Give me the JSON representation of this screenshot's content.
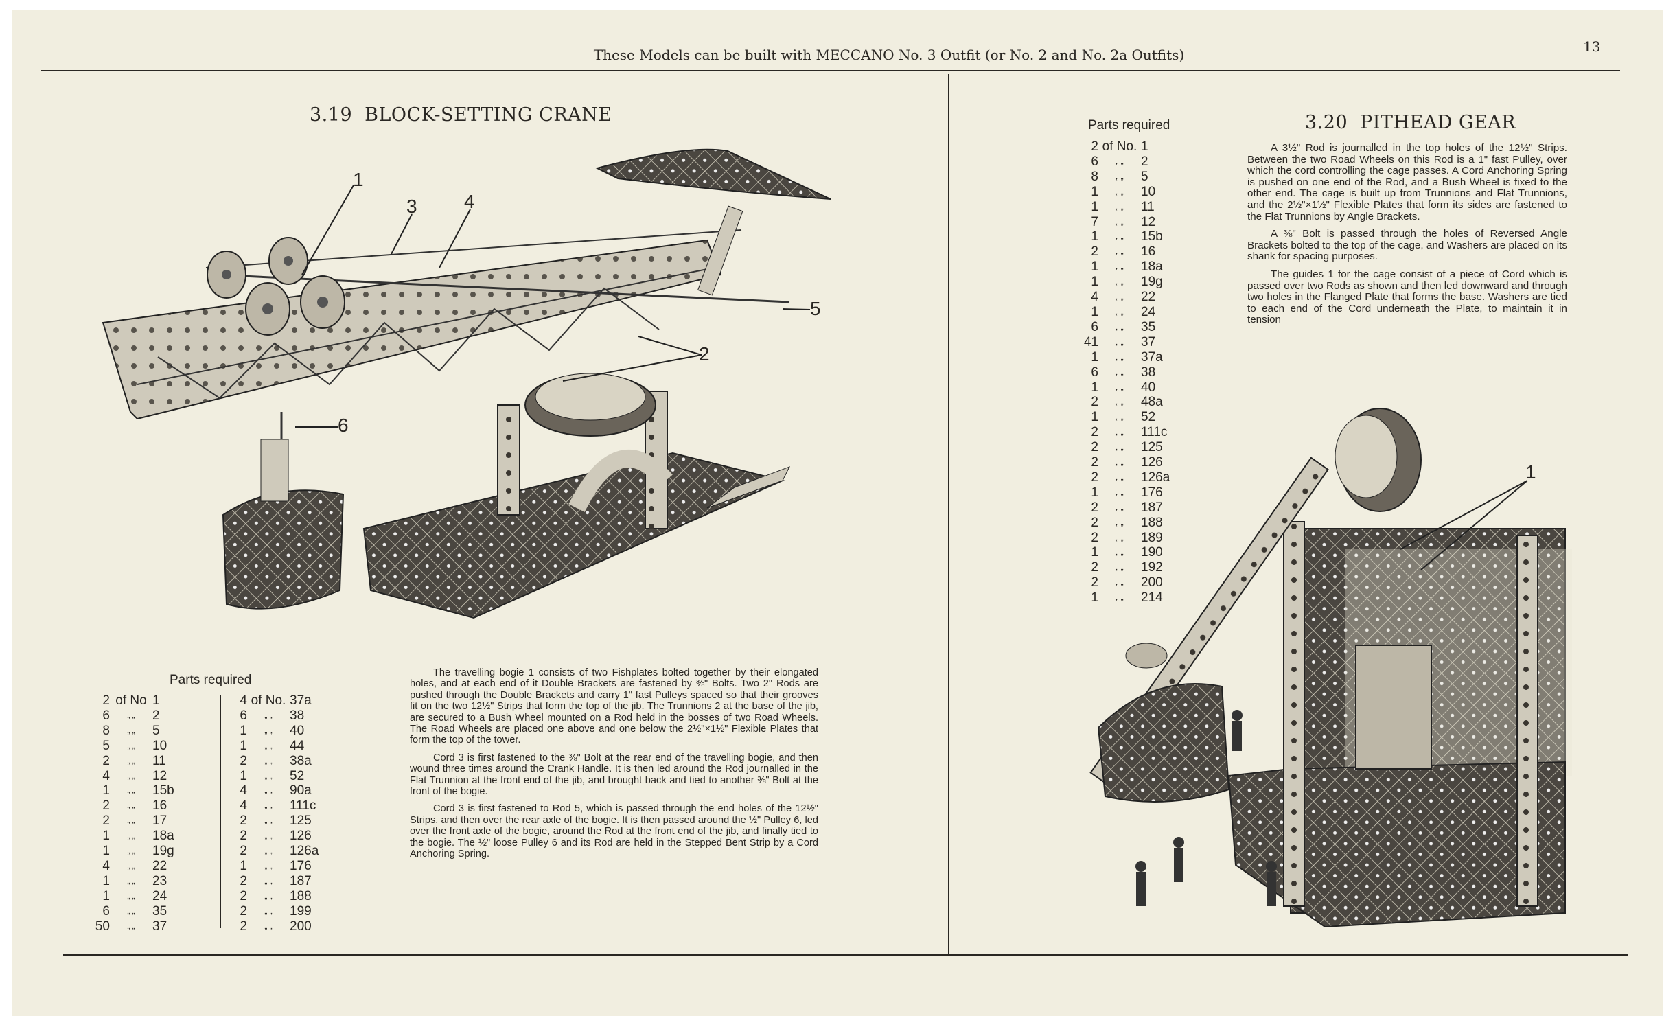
{
  "header": {
    "running_title": "These Models can be built with MECCANO No. 3 Outfit (or No. 2 and No. 2a Outfits)",
    "page_number": "13"
  },
  "model_319": {
    "number": "3.19",
    "title": "BLOCK-SETTING CRANE",
    "callouts": [
      "1",
      "2",
      "3",
      "4",
      "5",
      "6"
    ],
    "parts_heading": "Parts required",
    "parts_col1": [
      [
        "2",
        "of No",
        "1"
      ],
      [
        "6",
        "„ „",
        "2"
      ],
      [
        "8",
        "„ „",
        "5"
      ],
      [
        "5",
        "„ „",
        "10"
      ],
      [
        "2",
        "„ „",
        "11"
      ],
      [
        "4",
        "„ „",
        "12"
      ],
      [
        "1",
        "„ „",
        "15b"
      ],
      [
        "2",
        "„ „",
        "16"
      ],
      [
        "2",
        "„ „",
        "17"
      ],
      [
        "1",
        "„ „",
        "18a"
      ],
      [
        "1",
        "„ „",
        "19g"
      ],
      [
        "4",
        "„ „",
        "22"
      ],
      [
        "1",
        "„ „",
        "23"
      ],
      [
        "1",
        "„ „",
        "24"
      ],
      [
        "6",
        "„ „",
        "35"
      ],
      [
        "50",
        "„ „",
        "37"
      ]
    ],
    "parts_col2": [
      [
        "4",
        "of No.",
        "37a"
      ],
      [
        "6",
        "„ „",
        "38"
      ],
      [
        "1",
        "„ „",
        "40"
      ],
      [
        "1",
        "„ „",
        "44"
      ],
      [
        "2",
        "„ „",
        "38a"
      ],
      [
        "1",
        "„ „",
        "52"
      ],
      [
        "4",
        "„ „",
        "90a"
      ],
      [
        "4",
        "„ „",
        "111c"
      ],
      [
        "2",
        "„ „",
        "125"
      ],
      [
        "2",
        "„ „",
        "126"
      ],
      [
        "2",
        "„ „",
        "126a"
      ],
      [
        "1",
        "„ „",
        "176"
      ],
      [
        "2",
        "„ „",
        "187"
      ],
      [
        "2",
        "„ „",
        "188"
      ],
      [
        "2",
        "„ „",
        "199"
      ],
      [
        "2",
        "„ „",
        "200"
      ]
    ],
    "paragraphs": [
      "The travelling bogie 1 consists of two Fishplates bolted together by their elongated holes, and at each end of it Double Brackets are fastened by ⅜\" Bolts. Two 2\" Rods are pushed through the Double Brackets and carry 1\" fast Pulleys spaced so that their grooves fit on the two 12½\" Strips that form the top of the jib. The Trunnions 2 at the base of the jib, are secured to a Bush Wheel mounted on a Rod held in the bosses of two Road Wheels. The Road Wheels are placed one above and one below the 2½\"×1½\" Flexible Plates that form the top of the tower.",
      "Cord 3 is first fastened to the ⅜\" Bolt at the rear end of the travelling bogie, and then wound three times around the Crank Handle. It is then led around the Rod journalled in the Flat Trunnion at the front end of the jib, and brought back and tied to another ⅜\" Bolt at the front of the bogie.",
      "Cord 3 is first fastened to Rod 5, which is passed through the end holes of the 12½\" Strips, and then over the rear axle of the bogie. It is then passed around the ½\" Pulley 6, led over the front axle of the bogie, around the Rod at the front end of the jib, and finally tied to the bogie. The ½\" loose Pulley 6 and its Rod are held in the Stepped Bent Strip by a Cord Anchoring Spring."
    ]
  },
  "model_320": {
    "number": "3.20",
    "title": "PITHEAD GEAR",
    "callouts": [
      "1"
    ],
    "parts_heading": "Parts required",
    "parts": [
      [
        "2",
        "of No.",
        "1"
      ],
      [
        "6",
        "„ „",
        "2"
      ],
      [
        "8",
        "„ „",
        "5"
      ],
      [
        "1",
        "„ „",
        "10"
      ],
      [
        "1",
        "„ „",
        "11"
      ],
      [
        "7",
        "„ „",
        "12"
      ],
      [
        "1",
        "„ „",
        "15b"
      ],
      [
        "2",
        "„ „",
        "16"
      ],
      [
        "1",
        "„ „",
        "18a"
      ],
      [
        "1",
        "„ „",
        "19g"
      ],
      [
        "4",
        "„ „",
        "22"
      ],
      [
        "1",
        "„ „",
        "24"
      ],
      [
        "6",
        "„ „",
        "35"
      ],
      [
        "41",
        "„ „",
        "37"
      ],
      [
        "1",
        "„ „",
        "37a"
      ],
      [
        "6",
        "„ „",
        "38"
      ],
      [
        "1",
        "„ „",
        "40"
      ],
      [
        "2",
        "„ „",
        "48a"
      ],
      [
        "1",
        "„ „",
        "52"
      ],
      [
        "2",
        "„ „",
        "111c"
      ],
      [
        "2",
        "„ „",
        "125"
      ],
      [
        "2",
        "„ „",
        "126"
      ],
      [
        "2",
        "„ „",
        "126a"
      ],
      [
        "1",
        "„ „",
        "176"
      ],
      [
        "2",
        "„ „",
        "187"
      ],
      [
        "2",
        "„ „",
        "188"
      ],
      [
        "2",
        "„ „",
        "189"
      ],
      [
        "1",
        "„ „",
        "190"
      ],
      [
        "2",
        "„ „",
        "192"
      ],
      [
        "2",
        "„ „",
        "200"
      ],
      [
        "1",
        "„ „",
        "214"
      ]
    ],
    "paragraphs": [
      "A 3½\" Rod is journalled in the top holes of the 12½\" Strips. Between the two Road Wheels on this Rod is a 1\" fast Pulley, over which the cord controlling the cage passes. A Cord Anchoring Spring is pushed on one end of the Rod, and a Bush Wheel is fixed to the other end. The cage is built up from Trunnions and Flat Trunnions, and the 2½\"×1½\" Flexible Plates that form its sides are fastened to the Flat Trunnions by Angle Brackets.",
      "A ⅜\" Bolt is passed through the holes of Reversed Angle Brackets bolted to the top of the cage, and Washers are placed on its shank for spacing purposes.",
      "The guides 1 for the cage consist of a piece of Cord which is passed over two Rods as shown and then led downward and through two holes in the Flanged Plate that forms the base. Washers are tied to each end of the Cord underneath the Plate, to maintain it in tension"
    ]
  },
  "colors": {
    "paper": "#f1eee0",
    "ink": "#2a2723",
    "metal": "#cfcabb",
    "plate": "#4a4640"
  }
}
